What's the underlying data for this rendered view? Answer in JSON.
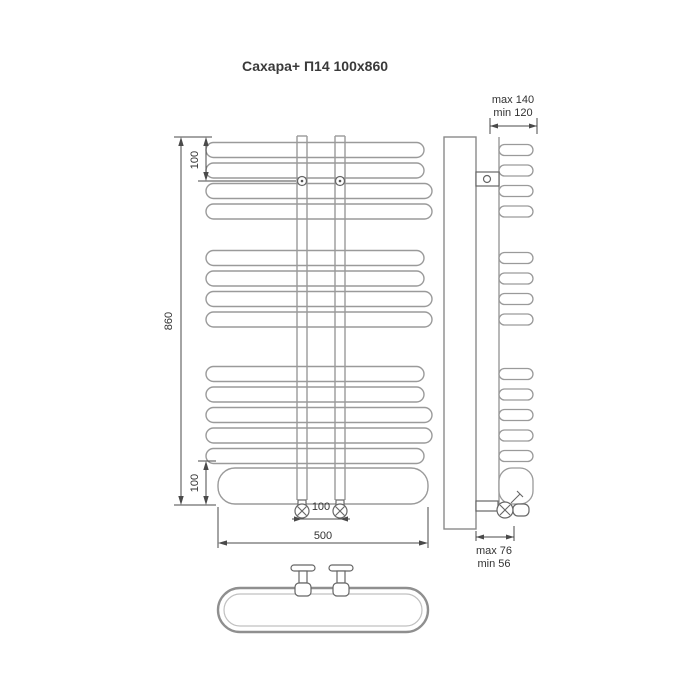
{
  "title": "Сахара+ П14 100x860",
  "front_view": {
    "height_label": "860",
    "top_offset_label": "100",
    "bottom_offset_label": "100",
    "connection_spacing_label": "100",
    "width_label": "500"
  },
  "side_view": {
    "wall_clearance_max": "max 140",
    "wall_clearance_min": "min 120",
    "valve_clearance_max": "max 76",
    "valve_clearance_min": "min 56"
  },
  "colors": {
    "background": "#ffffff",
    "radiator_outline": "#9a9a9a",
    "dimension_line": "#4a4a4a",
    "text": "#333333"
  }
}
